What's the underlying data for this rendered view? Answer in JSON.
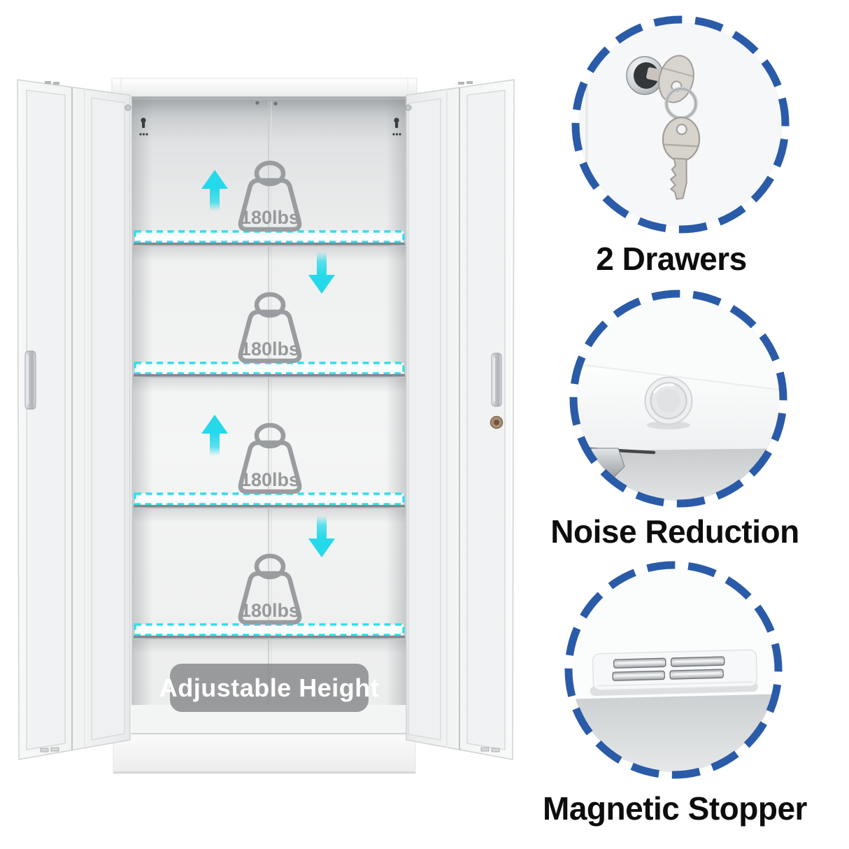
{
  "cabinet": {
    "badge_label": "Adjustable Height",
    "weights": [
      {
        "label": "180lbs"
      },
      {
        "label": "180lbs"
      },
      {
        "label": "180lbs"
      },
      {
        "label": "180lbs"
      }
    ]
  },
  "features": [
    {
      "label": "2 Drawers",
      "icon": "lock-and-keys-icon"
    },
    {
      "label": "Noise Reduction",
      "icon": "door-bumper-icon"
    },
    {
      "label": "Magnetic Stopper",
      "icon": "magnet-strips-icon"
    }
  ],
  "colors": {
    "accent_blue": "#2a5ba8",
    "highlight_cyan": "#25d9ea",
    "weight_outline_gray": "#9a9da0",
    "badge_gray": "#97999b",
    "label_black": "#0d0d0d",
    "cabinet_white": "#ffffff"
  }
}
